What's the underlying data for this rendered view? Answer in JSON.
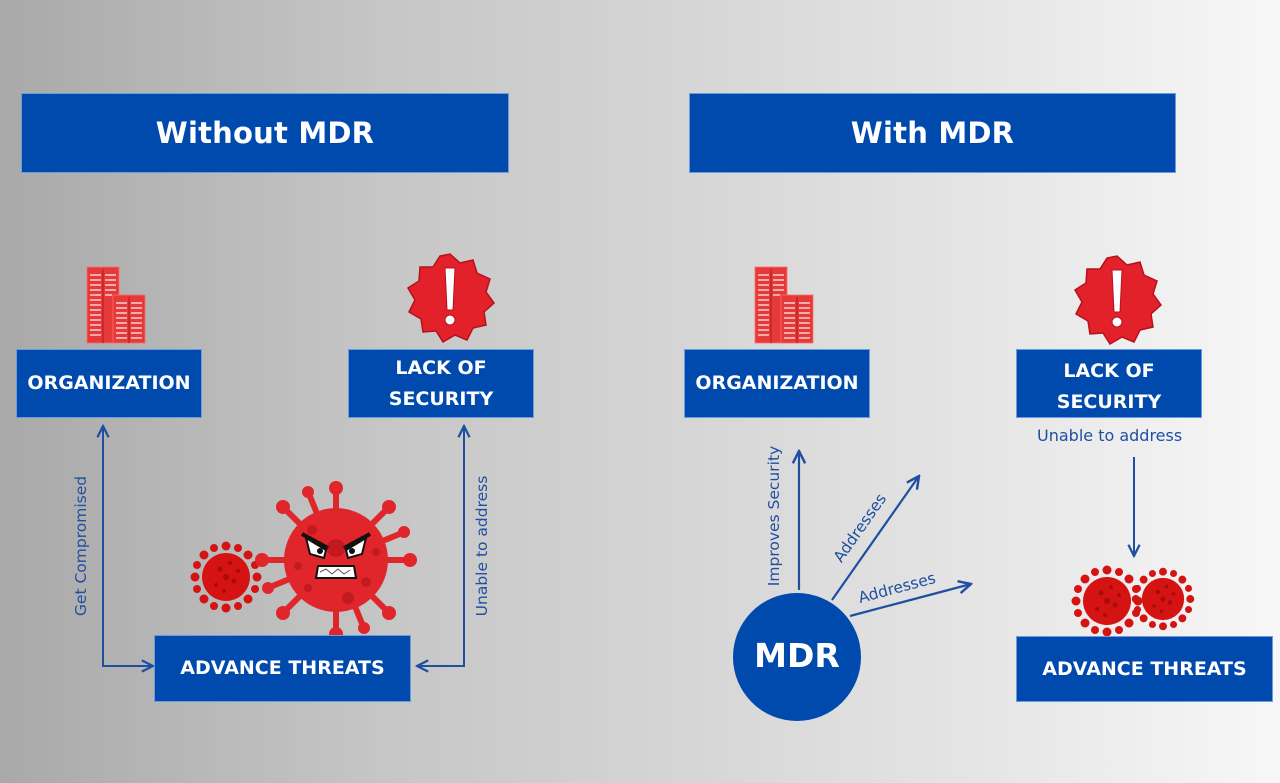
{
  "colors": {
    "box_blue": "#004aad",
    "arrow_blue": "#1f4fa0",
    "icon_red": "#e63030",
    "virus_red": "#d61313"
  },
  "left_panel": {
    "title": "Without MDR",
    "nodes": {
      "organization": "ORGANIZATION",
      "lack_of_security": [
        "LACK OF",
        "SECURITY"
      ],
      "advance_threats": "ADVANCE THREATS"
    },
    "arrow_labels": {
      "get_compromised": "Get Compromised",
      "unable_to_address": "Unable to address"
    },
    "icons": [
      "building-icon",
      "warning-badge-icon",
      "virus-icon",
      "angry-virus-icon"
    ]
  },
  "right_panel": {
    "title": "With MDR",
    "nodes": {
      "organization": "ORGANIZATION",
      "lack_of_security": [
        "LACK OF",
        "SECURITY"
      ],
      "advance_threats": "ADVANCE THREATS",
      "mdr": "MDR"
    },
    "arrow_labels": {
      "improves_security": "Improves Security",
      "addresses_1": "Addresses",
      "addresses_2": "Addresses",
      "unable_to_address": "Unable to address"
    },
    "icons": [
      "building-icon",
      "warning-badge-icon",
      "virus-icon",
      "virus-icon"
    ]
  }
}
